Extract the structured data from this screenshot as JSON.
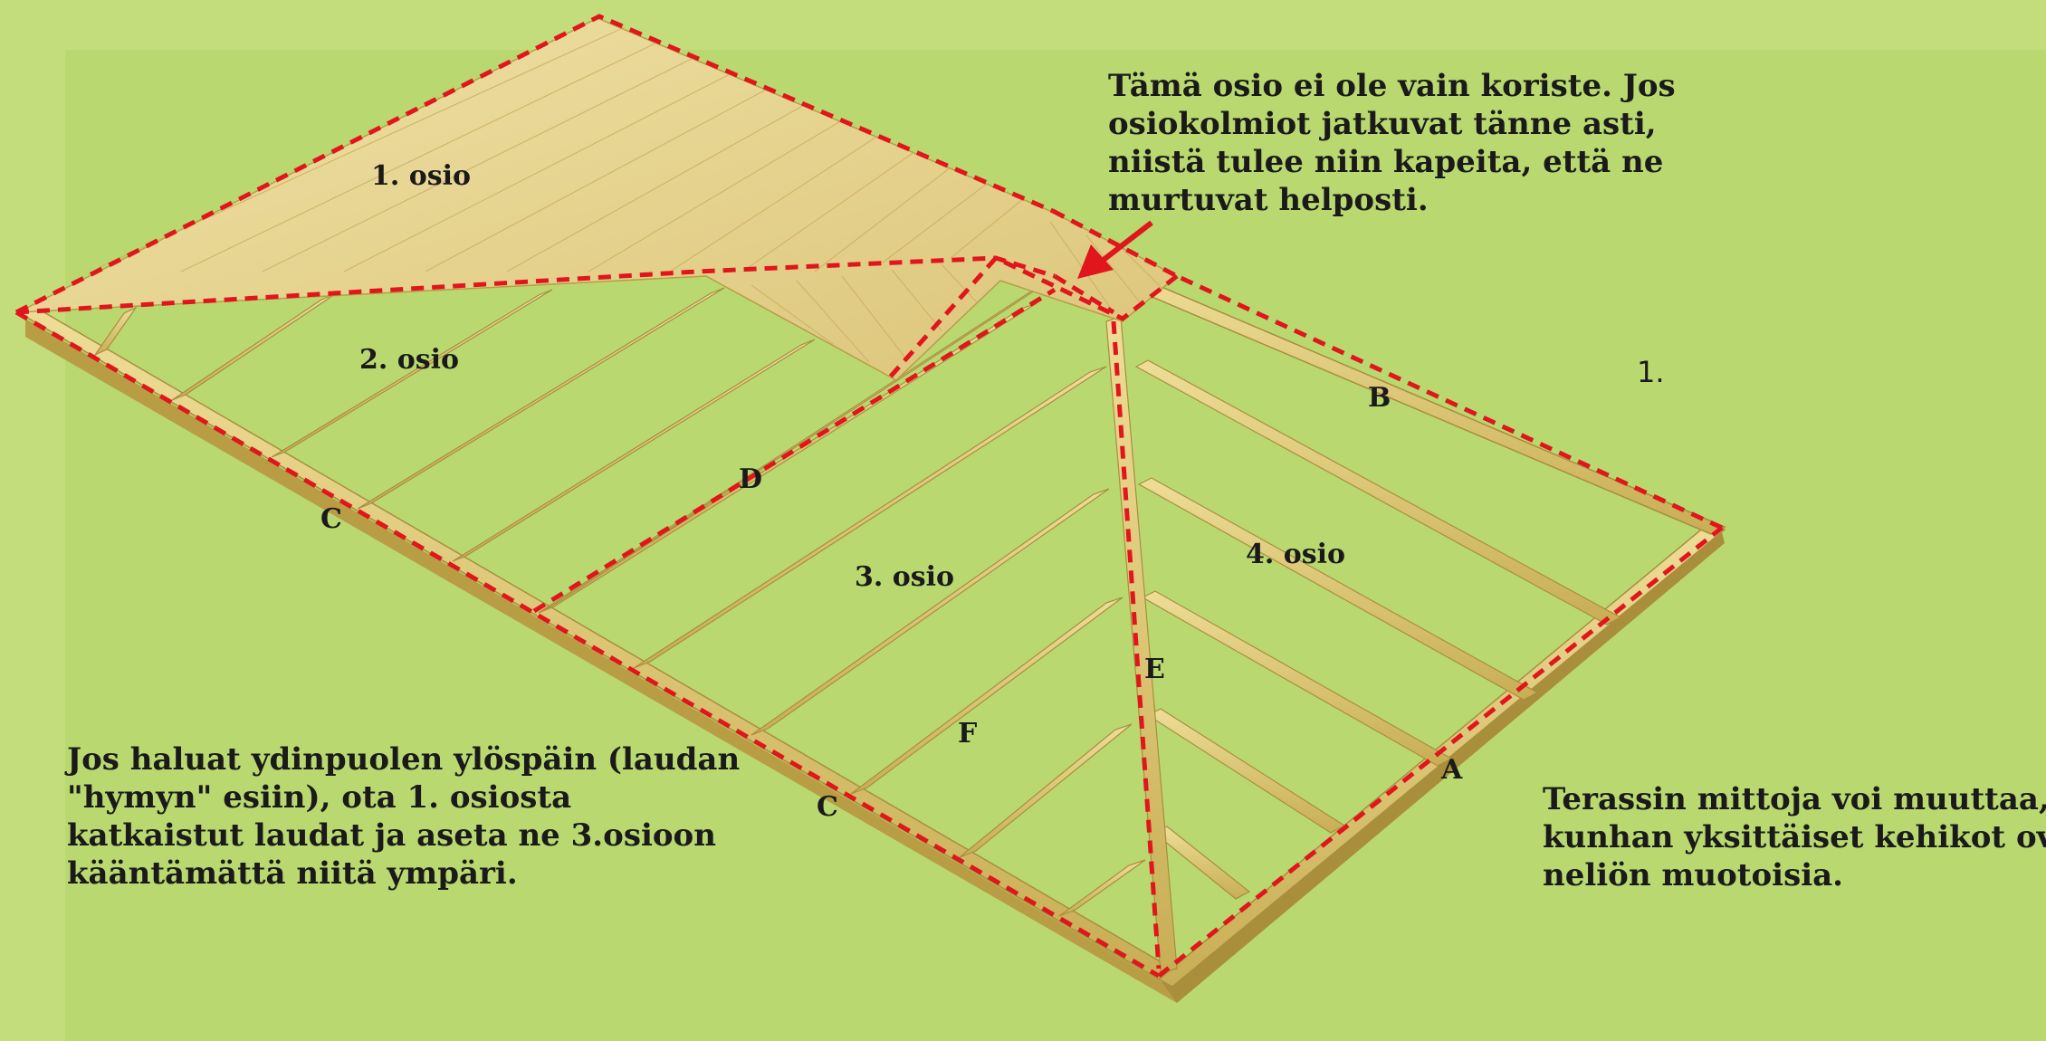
{
  "figure_number": "1.",
  "notes": {
    "top": [
      "Tämä osio ei ole vain koriste. Jos",
      "osiokolmiot jatkuvat tänne asti,",
      "niistä tulee niin kapeita, että ne",
      "murtuvat helposti."
    ],
    "left": [
      "Jos haluat ydinpuolen ylöspäin (laudan",
      "\"hymyn\" esiin), ota 1. osiosta",
      "katkaistut laudat ja aseta ne 3.osioon",
      "kääntämättä niitä ympäri."
    ],
    "right": [
      "Terassin mittoja voi muuttaa,",
      "kunhan yksittäiset kehikot ovat",
      "neliön muotoisia."
    ]
  },
  "section_labels": {
    "osio1": "1. osio",
    "osio2": "2. osio",
    "osio3": "3. osio",
    "osio4": "4. osio"
  },
  "edge_labels": {
    "a": "A",
    "b": "B",
    "c1": "C",
    "c2": "C",
    "d": "D",
    "e": "E",
    "f": "F"
  },
  "colors": {
    "background": "#b9d970",
    "wood_light": "#ecdc9a",
    "wood_mid": "#d9c36e",
    "wood_dark": "#b89d45",
    "dashed_line": "#e0161c",
    "arrow": "#e0161c"
  }
}
